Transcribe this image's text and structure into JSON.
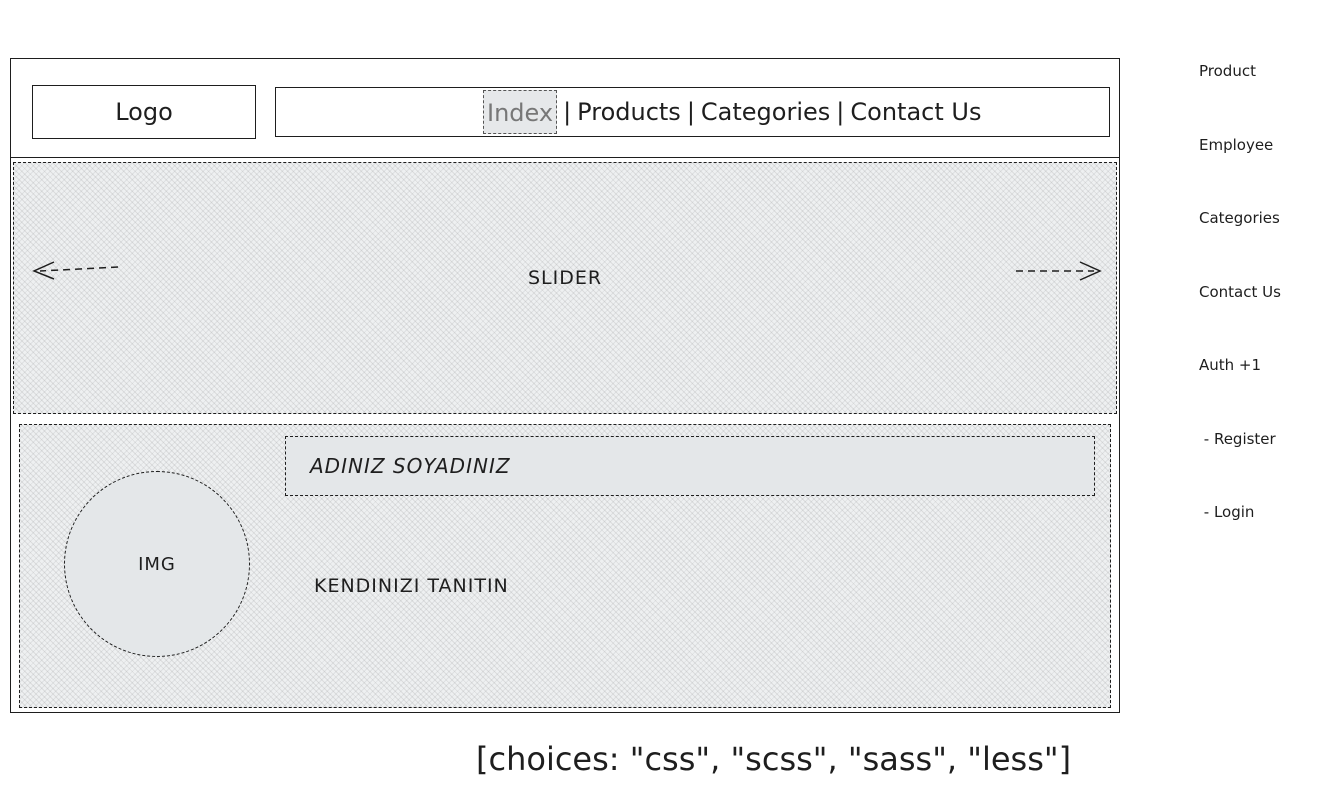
{
  "header": {
    "logo": "Logo",
    "nav": [
      {
        "label": "Index",
        "active": true
      },
      {
        "label": "Products"
      },
      {
        "label": "Categories"
      },
      {
        "label": "Contact Us"
      }
    ],
    "separator": "|"
  },
  "slider": {
    "label": "SLIDER",
    "prev_icon": "arrow-left-icon",
    "next_icon": "arrow-right-icon"
  },
  "profile": {
    "image_label": "IMG",
    "name": "ADINIZ SOYADINIZ",
    "intro": "KENDINIZI TANITIN"
  },
  "side_menu": {
    "items": [
      "Product",
      "Employee",
      "Categories",
      "Contact Us",
      "Auth +1",
      " - Register",
      " - Login"
    ]
  },
  "choices_note": "[choices: \"css\", \"scss\", \"sass\", \"less\"]",
  "colors": {
    "ink": "#1e1e1e",
    "hatch_fill": "#eef0f1",
    "solid_fill": "#e4e7e9"
  }
}
